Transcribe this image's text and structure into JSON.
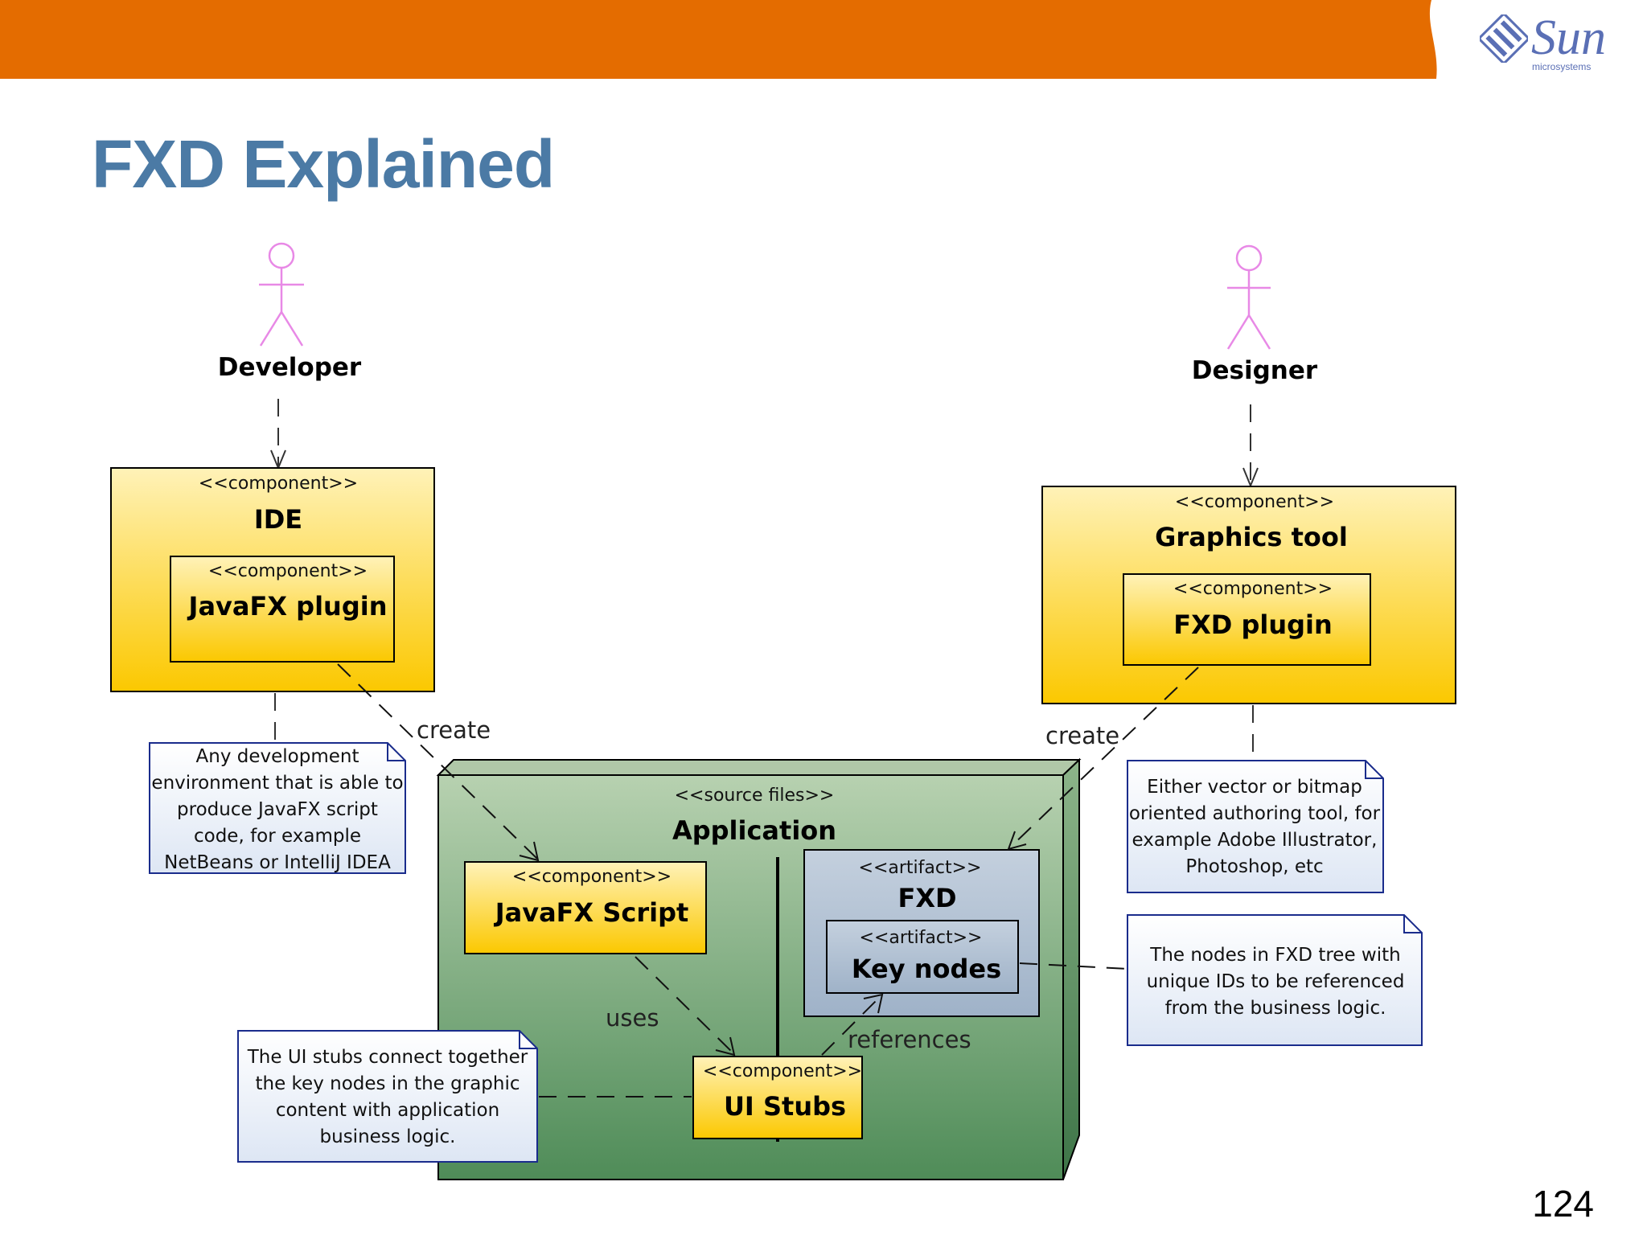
{
  "slide": {
    "title": "FXD Explained",
    "page_number": "124",
    "logo": {
      "word": "Sun",
      "sub": "microsystems"
    },
    "colors": {
      "header_bar": "#e46c00",
      "title": "#4b7aa5"
    }
  },
  "diagram": {
    "actors": [
      {
        "id": "developer",
        "label": "Developer"
      },
      {
        "id": "designer",
        "label": "Designer"
      }
    ],
    "components": {
      "ide": {
        "stereotype": "<<component>>",
        "name": "IDE"
      },
      "javafx_plugin": {
        "stereotype": "<<component>>",
        "name": "JavaFX plugin"
      },
      "graphics_tool": {
        "stereotype": "<<component>>",
        "name": "Graphics tool"
      },
      "fxd_plugin": {
        "stereotype": "<<component>>",
        "name": "FXD plugin"
      },
      "application": {
        "stereotype": "<<source files>>",
        "name": "Application"
      },
      "javafx_script": {
        "stereotype": "<<component>>",
        "name": "JavaFX Script"
      },
      "fxd": {
        "stereotype": "<<artifact>>",
        "name": "FXD"
      },
      "key_nodes": {
        "stereotype": "<<artifact>>",
        "name": "Key nodes"
      },
      "ui_stubs": {
        "stereotype": "<<component>>",
        "name": "UI Stubs"
      }
    },
    "edges": {
      "create_left": "create",
      "create_right": "create",
      "uses": "uses",
      "references": "references"
    },
    "notes": {
      "ide_note": [
        "Any development",
        "environment that is able to",
        "produce JavaFX script",
        "code, for example",
        "NetBeans or IntelliJ IDEA"
      ],
      "graphics_note": [
        "Either vector or bitmap",
        "oriented authoring tool, for",
        "example Adobe Illustrator,",
        "Photoshop, etc"
      ],
      "fxd_note": [
        "The nodes in FXD tree with",
        "unique IDs to be referenced",
        "from the business logic."
      ],
      "stubs_note": [
        "The UI stubs connect together",
        "the key nodes in the graphic",
        "content with application",
        "business logic."
      ]
    }
  }
}
